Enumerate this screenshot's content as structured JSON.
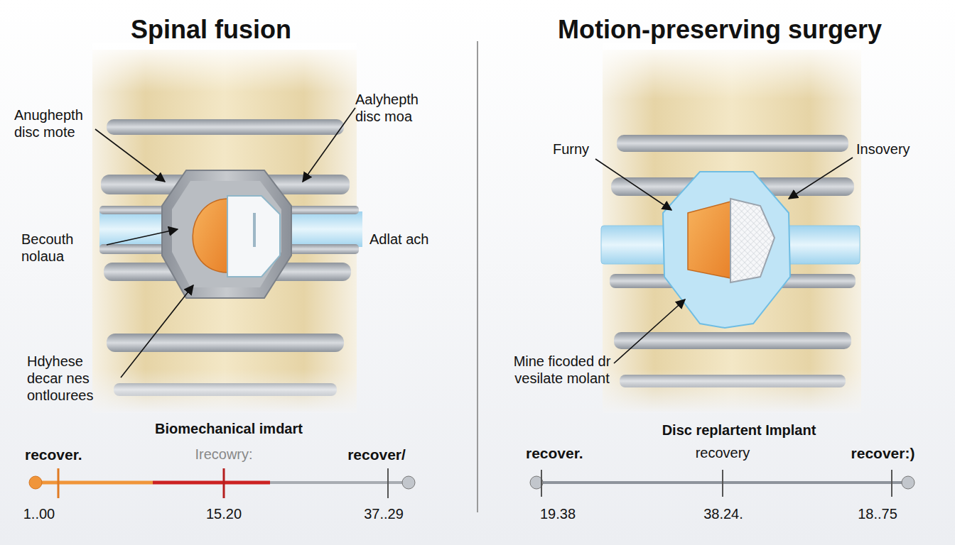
{
  "diagram": {
    "labels": [
      "Spinal fusion",
      "Anughepth disc mote",
      "Aalyhepth disc moa",
      "Becouth nolaua",
      "Adlat ach",
      "Hdyhese decar nes ontlourees",
      "Biomechanical imdart",
      "recover.",
      "Irecowry:",
      "recover/",
      "1..00",
      "15.20",
      "37..29",
      "Motion-preserving surgery",
      "Furny",
      "Insovery",
      "Mine ficoded dr vesilate molant",
      "Disc replartent Implant",
      "recover.",
      "recovery",
      "recover:)",
      "19.38",
      "38.24.",
      "18..75"
    ]
  }
}
